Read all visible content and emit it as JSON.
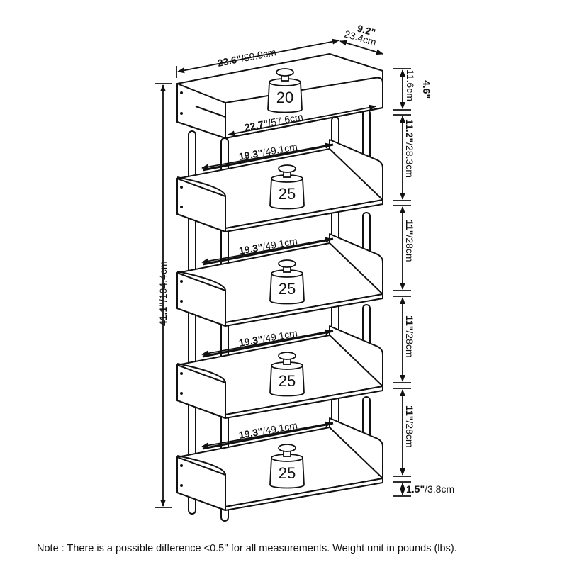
{
  "dimensions": {
    "width_in": "23.6\"",
    "width_cm": "/59.9cm",
    "depth_in": "9.2\"",
    "depth_cm": "23.4cm",
    "inner_width_in": "22.7\"",
    "inner_width_cm": "/57.6cm",
    "height_in": "41.1\"",
    "height_cm": "/104.4cm",
    "top_rail_in": "4.6\"",
    "top_rail_cm": "11.6cm",
    "shelf_gap_1_in": "11.2\"",
    "shelf_gap_1_cm": "/28.3cm",
    "shelf_gap_2_in": "11\"",
    "shelf_gap_2_cm": "/28cm",
    "shelf_gap_3_in": "11\"",
    "shelf_gap_3_cm": "/28cm",
    "shelf_gap_4_in": "11\"",
    "shelf_gap_4_cm": "/28cm",
    "leg_in": "1.5\"",
    "leg_cm": "/3.8cm"
  },
  "shelves": [
    {
      "span_in": "19.3\"",
      "span_cm": "/49.1cm",
      "weight": "25"
    },
    {
      "span_in": "19.3\"",
      "span_cm": "/49.1cm",
      "weight": "25"
    },
    {
      "span_in": "19.3\"",
      "span_cm": "/49.1cm",
      "weight": "25"
    },
    {
      "span_in": "19.3\"",
      "span_cm": "/49.1cm",
      "weight": "25"
    }
  ],
  "top_weight": "20",
  "note": "Note : There is a possible difference <0.5'' for all measurements. Weight unit in pounds (lbs)."
}
